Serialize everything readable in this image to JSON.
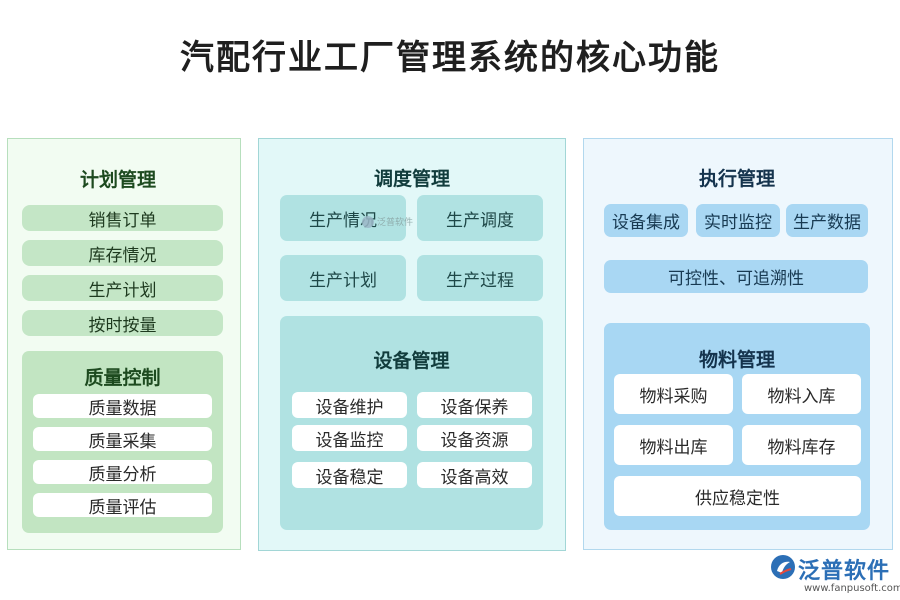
{
  "title": "汽配行业工厂管理系统的核心功能",
  "watermark": "泛普软件",
  "logo": {
    "name": "泛普软件",
    "url": "www.fanpusoft.com"
  },
  "panels": {
    "plan": {
      "title": "计划管理",
      "items": [
        "销售订单",
        "库存情况",
        "生产计划",
        "按时按量"
      ],
      "quality": {
        "title": "质量控制",
        "items": [
          "质量数据",
          "质量采集",
          "质量分析",
          "质量评估"
        ]
      }
    },
    "schedule": {
      "title": "调度管理",
      "items": [
        "生产情况",
        "生产调度",
        "生产计划",
        "生产过程"
      ],
      "equipment": {
        "title": "设备管理",
        "items": [
          "设备维护",
          "设备保养",
          "设备监控",
          "设备资源",
          "设备稳定",
          "设备高效"
        ]
      }
    },
    "execute": {
      "title": "执行管理",
      "items": [
        "设备集成",
        "实时监控",
        "生产数据"
      ],
      "wide": "可控性、可追溯性",
      "material": {
        "title": "物料管理",
        "items": [
          "物料采购",
          "物料入库",
          "物料出库",
          "物料库存"
        ],
        "wide": "供应稳定性"
      }
    }
  }
}
